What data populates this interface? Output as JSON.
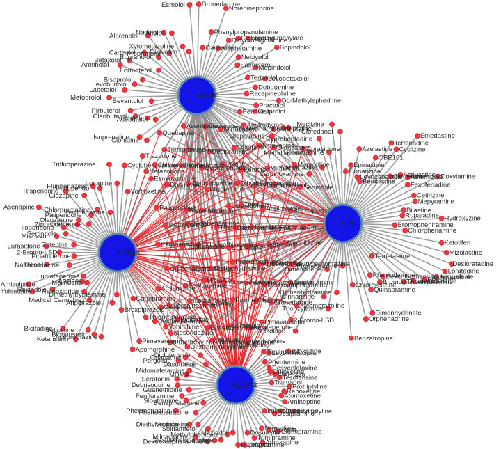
{
  "graph": {
    "hubs": [
      {
        "id": "adrb1",
        "label": "ADRB1"
      },
      {
        "id": "hrh1",
        "label": "HRH1"
      },
      {
        "id": "htr2a",
        "label": "HTR2A"
      },
      {
        "id": "slc6a2",
        "label": "SLC6A2"
      }
    ],
    "colors": {
      "hub": "#1414e6",
      "hub_ring": "#5b8fa8",
      "drug": "#f0353f",
      "edge_grey": "#8c8c8c",
      "edge_red": "#e0262b"
    },
    "drugs": {
      "adrb1": [
        "Clonidine",
        "Isoprenaline",
        "Acebutolol",
        "Timolol",
        "Clenbuterol",
        "Pirbuterol",
        "Bevantolol",
        "Metoprolol",
        "Labetalol",
        "Levobunolol",
        "Bisoprolol",
        "Arotinolol",
        "Betaxolol",
        "Formoterol",
        "Carteolol",
        "Bupranolol",
        "Alprenolol",
        "Propranolol",
        "Nadolol",
        "Pindolol",
        "Xylometazoline",
        "Dipivefrin",
        "Esmolol",
        "Dronedarone",
        "Carvedilol",
        "Phenylpropanolamine",
        "Norepinephrine",
        "Amphetamine",
        "Dihydroergotamine",
        "Ergotamine",
        "Ergoloid mesylate",
        "Nebivolol",
        "Salmeterol",
        "Bopindolol",
        "Mepindolol",
        "Tertatolol",
        "Levobetaxolol",
        "Dobutamine",
        "Racepinephrine",
        "DL-Methylephedrine",
        "Practolol",
        "Celiprolol",
        "Penbutolol"
      ],
      "hrh1": [
        "Olopatadine",
        "Carbinoxamine",
        "Tripelennamine",
        "Methdilazine",
        "Alimemazine",
        "Cyproheptadine",
        "Pheniramine",
        "Meclizine",
        "Clofedanol",
        "Flunarizine",
        "Epinastine",
        "Azelastine",
        "Levocabastine",
        "Betahistine",
        "OBE101",
        "Terfenadine",
        "Cyclizine",
        "Emedastine",
        "Clemastine",
        "Acrivastine",
        "Astemizole",
        "Fexofenadine",
        "Doxylamine",
        "Cetirizine",
        "Mepyramine",
        "Bilastine",
        "Rupatadine",
        "Hydroxyzine",
        "Bromopheniramine",
        "Chlorphenamine",
        "Ketotifen",
        "Mizolastine",
        "Desloratadine",
        "Loratadine",
        "Antazoline",
        "Ebastine",
        "Levocetirizine",
        "Triprolidine",
        "Temelastine",
        "Dexchlorpheniramine maleate",
        "Bromodiphenhydramine",
        "Phenindamine",
        "Quinapramine",
        "Dimenhydrinate",
        "Orphenadrine",
        "Chlorcyclizine",
        "Benzatropine",
        "Promethazine",
        "Diphenhydramine",
        "Thonzylamine",
        "Cinnarizine",
        "Dimetindene",
        "Pizotifen"
      ],
      "htr2a": [
        "Cisapride",
        "Mesoridazine",
        "Dexfenfluramine",
        "Thioproperazine",
        "Carpipramine",
        "Pimavanserin",
        "Apomorphine",
        "Brexpiprazole",
        "Dimethyltryptamine",
        "Aripiprazole",
        "Acepromazine",
        "Blonanserin",
        "Setiptiline",
        "Ketanserin",
        "Medical Cannabis",
        "Bicifadine",
        "Remoxipride",
        "Molindone",
        "APD791",
        "Lumateperone",
        "Roxindole",
        "Yohimbine",
        "Amisulpride",
        "Thioridazine",
        "Nabilone",
        "Pipamperone",
        "2-Bromo-LSD",
        "Lurasidone",
        "Zotepine",
        "Mianserin",
        "Sertindole",
        "Iloperidone",
        "Asenapine",
        "Ziprasidone",
        "Olanzapine",
        "Quetiapine",
        "Risperidone",
        "Paliperidone",
        "Clozapine",
        "Chlorpromazine",
        "Fluphenazine",
        "Haloperidol",
        "Perphenazine",
        "Trifluoperazine",
        "Loxapine",
        "Cyclobenzaprine",
        "Vortioxetine",
        "Trazodone",
        "Nefazodone",
        "Esmirtazapine"
      ],
      "slc6a2": [
        "Tapentadol",
        "Levomilnacipran",
        "Phentermine",
        "Viloxazine",
        "Desvenlafaxine",
        "Duloxetine",
        "ORP-225",
        "Tesofensine",
        "Tramadol",
        "Protriptyline",
        "Reboxetine",
        "Atomoxetine",
        "Amineptine",
        "Amitriptyline",
        "Nortriptyline",
        "Desipramine",
        "Imipramine",
        "Clomipramine",
        "Doxepin",
        "Maprotiline",
        "Amoxapine",
        "Trimipramine",
        "Dosulepin",
        "Lofepramine",
        "Bupropion",
        "Mazindol",
        "Methylphenidate",
        "Dexmethylphenidate",
        "Cocaine",
        "Dextroamphetamine",
        "Solriamfetol",
        "Milnacipran",
        "Venlafaxine",
        "Diethylpropion",
        "Phendimetrazine",
        "Benzphetamine",
        "Phenmetrazine",
        "Sibutramine",
        "Fenfluramine",
        "Guanethidine",
        "Debrisoquine",
        "Serotonin",
        "MDMA",
        "Midomafetamine",
        "Pergolide",
        "Guanadrel",
        "Dasotraline",
        "Diclofensine"
      ]
    },
    "shared": [
      "Quetiapine",
      "Asenapine",
      "Clozapine",
      "Mirtazapine",
      "Amitriptyline",
      "Nortriptyline",
      "Doxepin",
      "Trimipramine",
      "Imipramine",
      "Desipramine",
      "Loxapine",
      "Amoxapine",
      "Olanzapine",
      "Ziprasidone",
      "Chlorpromazine",
      "Promethazine",
      "Cyproheptadine",
      "Pizotifen",
      "Ketotifen",
      "Mianserin",
      "Maprotiline",
      "Dosulepin",
      "Clomipramine",
      "Ergotamine",
      "Dihydroergotamine",
      "Bromocriptine",
      "Carvedilol",
      "Sertindole",
      "Paliperidone",
      "Risperidone",
      "Iloperidone",
      "Lurasidone",
      "Zotepine",
      "Aripiprazole",
      "Brexpiprazole",
      "Methysergide",
      "Cyclobenzaprine",
      "Trazodone",
      "Nefazodone",
      "Esmirtazapine",
      "Flunarizine",
      "Cinnarizine",
      "Perphenazine",
      "Fluphenazine",
      "Chlorprothixene",
      "Epinastine",
      "Azelastine",
      "Ebastine",
      "Mequitazine",
      "Orphenadrine",
      "Benzatropine",
      "Diphenhydramine",
      "Propiomazine",
      "Alimemazine",
      "Methdilazine",
      "Levomepromazine",
      "Amisulpride",
      "Fenfluramine",
      "MDMA",
      "Midomafetamine",
      "Phenylpropanolamine",
      "Dextroamphetamine",
      "Amphetamine",
      "Norepinephrine",
      "Isoprenaline",
      "Labetalol",
      "Propranolol",
      "Pindolol",
      "Dronedarone",
      "Xylometazoline",
      "Yohimbine",
      "Bicifadine",
      "Dimethyltryptamine",
      "Serotonin",
      "Lumateperone",
      "Pimavanserin",
      "2-Bromo-LSD",
      "5-methoxy-N,N-dimethyltryptamine",
      "Dextromethorphan",
      "Mazindol",
      "Duloxetine",
      "Venlafaxine"
    ]
  }
}
